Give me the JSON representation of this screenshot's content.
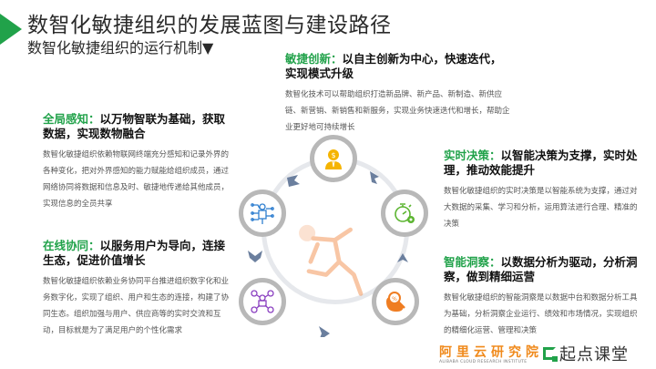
{
  "header": {
    "title": "数智化敏捷组织的发展蓝图与建设路径",
    "subtitle": "数智化敏捷组织的运行机制▼"
  },
  "blocks": {
    "top": {
      "key": "敏捷创新",
      "sep": "：",
      "headline": "以自主创新为中心，快速迭代，实现模式升级",
      "body": "数智化技术可以帮助组织打造新品牌、新产品、新制造、新供应链、新营销、新销售和新服务，实现业务快速迭代和增长，帮助企业更好地可持续增长"
    },
    "left1": {
      "key": "全局感知",
      "sep": "：",
      "headline": "以万物智联为基础，获取数据，实现数物融合",
      "body": "数智化敏捷组织依赖物联网终端充分感知和记录外界的各种变化，把对外界感知的能力赋能给组织成员，通过网络协同将数据和信息及时、敏捷地传递给其他成员，实现信息的全员共享"
    },
    "left2": {
      "key": "在线协同",
      "sep": "：",
      "headline": "以服务用户为导向，连接生态，促进价值增长",
      "body": "数智化敏捷组织依赖业务协同平台推进组织数字化和业务数字化，实现了组织、用户和生态的连接，构建了协同生态。组织加强与用户、供应商等的实时交流和互动，目标就是为了满足用户的个性化需求"
    },
    "right1": {
      "key": "实时决策",
      "sep": "：",
      "headline": "以智能决策为支撑，实时处理，推动效能提升",
      "body": "数智化敏捷组织的实时决策是以智能系统为支撑，通过对大数据的采集、学习和分析，运用算法进行合理、精准的决策"
    },
    "right2": {
      "key": "智能洞察",
      "sep": "：",
      "headline": "以数据分析为驱动，分析洞察，做到精细运营",
      "body": "数智化敏捷组织的智能洞察是以数据中台和数据分析工具为基础，分析洞察企业运行、绩效和市场情况，实现组织的精细化运营、管理和决策"
    }
  },
  "cycle": {
    "nodes": [
      {
        "id": "innovation",
        "icon": "businessman-dollar-icon",
        "color": "#f5b400"
      },
      {
        "id": "perception",
        "icon": "connected-person-icon",
        "color": "#2f7fd0"
      },
      {
        "id": "collaboration",
        "icon": "network-people-icon",
        "color": "#8a3fc0"
      },
      {
        "id": "insight",
        "icon": "magnifier-analysis-icon",
        "color": "#ef7d22"
      },
      {
        "id": "decision",
        "icon": "stopwatch-gear-icon",
        "color": "#5cb531"
      }
    ],
    "ring_color": "#b8b8b8",
    "arrow_color": "#6b7f9e"
  },
  "footer": {
    "aliyun_cn": "阿里云研究院",
    "aliyun_en": "ALIBABA CLOUD RESEARCH INSTITUTE",
    "qidian": "起点课堂"
  },
  "colors": {
    "accent_green": "#21a24a",
    "aliyun_orange": "#f08a1c"
  }
}
